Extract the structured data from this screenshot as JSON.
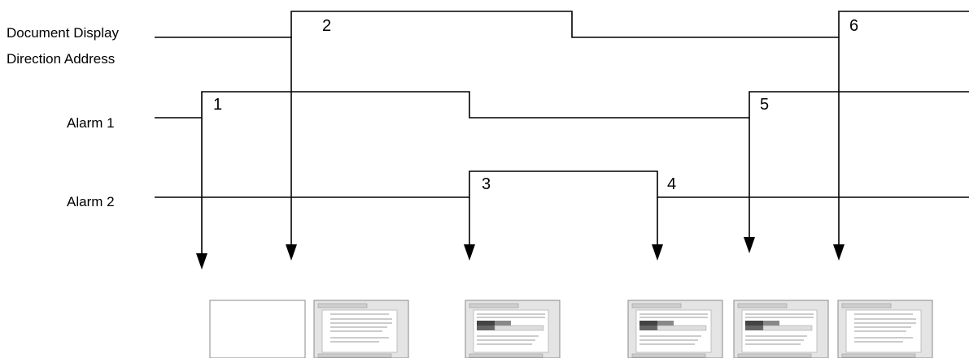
{
  "signals": [
    {
      "id": "doc-display",
      "label_lines": [
        "Document Display",
        "Direction Address"
      ]
    },
    {
      "id": "alarm1",
      "label_lines": [
        "Alarm 1"
      ]
    },
    {
      "id": "alarm2",
      "label_lines": [
        "Alarm 2"
      ]
    }
  ],
  "events": [
    "1",
    "2",
    "3",
    "4",
    "5",
    "6"
  ],
  "thumbnails": [
    {
      "kind": "blank"
    },
    {
      "kind": "document"
    },
    {
      "kind": "alarm-screen"
    },
    {
      "kind": "alarm-screen"
    },
    {
      "kind": "alarm-screen"
    },
    {
      "kind": "document"
    }
  ],
  "colors": {
    "line": "#000000",
    "background": "#ffffff",
    "thumbnail_frame": "#e4e4e4"
  }
}
